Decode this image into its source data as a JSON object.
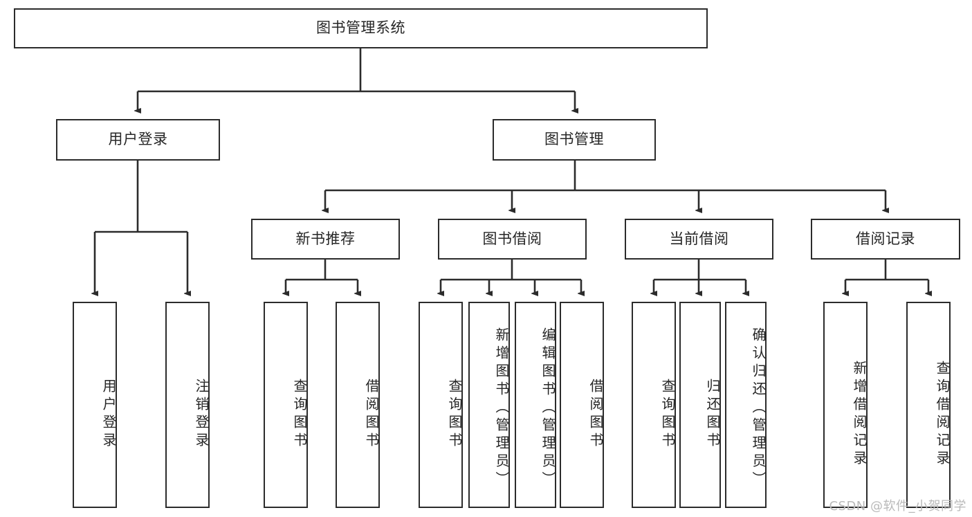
{
  "diagram": {
    "title": "图书管理系统",
    "type": "hierarchy-tree",
    "root": {
      "id": "root",
      "label": "图书管理系统"
    },
    "level1": [
      {
        "id": "user-login",
        "label": "用户登录"
      },
      {
        "id": "book-manage",
        "label": "图书管理"
      }
    ],
    "level2": [
      {
        "id": "new-book-rec",
        "label": "新书推荐",
        "parent": "book-manage"
      },
      {
        "id": "book-borrow",
        "label": "图书借阅",
        "parent": "book-manage"
      },
      {
        "id": "current-borrow",
        "label": "当前借阅",
        "parent": "book-manage"
      },
      {
        "id": "borrow-record",
        "label": "借阅记录",
        "parent": "book-manage"
      }
    ],
    "leaves": [
      {
        "id": "leaf-user-login",
        "label": "用户登录",
        "parent": "user-login"
      },
      {
        "id": "leaf-logout-login",
        "label": "注销登录",
        "parent": "user-login"
      },
      {
        "id": "leaf-query-book-1",
        "label": "查询图书",
        "parent": "new-book-rec"
      },
      {
        "id": "leaf-borrow-book-1",
        "label": "借阅图书",
        "parent": "new-book-rec"
      },
      {
        "id": "leaf-query-book-2",
        "label": "查询图书",
        "parent": "book-borrow"
      },
      {
        "id": "leaf-add-book",
        "label": "新增图书（管理员）",
        "parent": "book-borrow"
      },
      {
        "id": "leaf-edit-book",
        "label": "编辑图书（管理员）",
        "parent": "book-borrow"
      },
      {
        "id": "leaf-borrow-book-2",
        "label": "借阅图书",
        "parent": "book-borrow"
      },
      {
        "id": "leaf-query-book-3",
        "label": "查询图书",
        "parent": "current-borrow"
      },
      {
        "id": "leaf-return-book",
        "label": "归还图书",
        "parent": "current-borrow"
      },
      {
        "id": "leaf-confirm-return",
        "label": "确认归还（管理员）",
        "parent": "current-borrow"
      },
      {
        "id": "leaf-add-record",
        "label": "新增借阅记录",
        "parent": "borrow-record"
      },
      {
        "id": "leaf-query-record",
        "label": "查询借阅记录",
        "parent": "borrow-record"
      }
    ],
    "colors": {
      "stroke": "#2b2b2b",
      "text": "#262626",
      "background": "#ffffff",
      "watermark": "#b9b9b9"
    }
  },
  "watermark": {
    "text": "CSDN @软件_小贺同学"
  }
}
